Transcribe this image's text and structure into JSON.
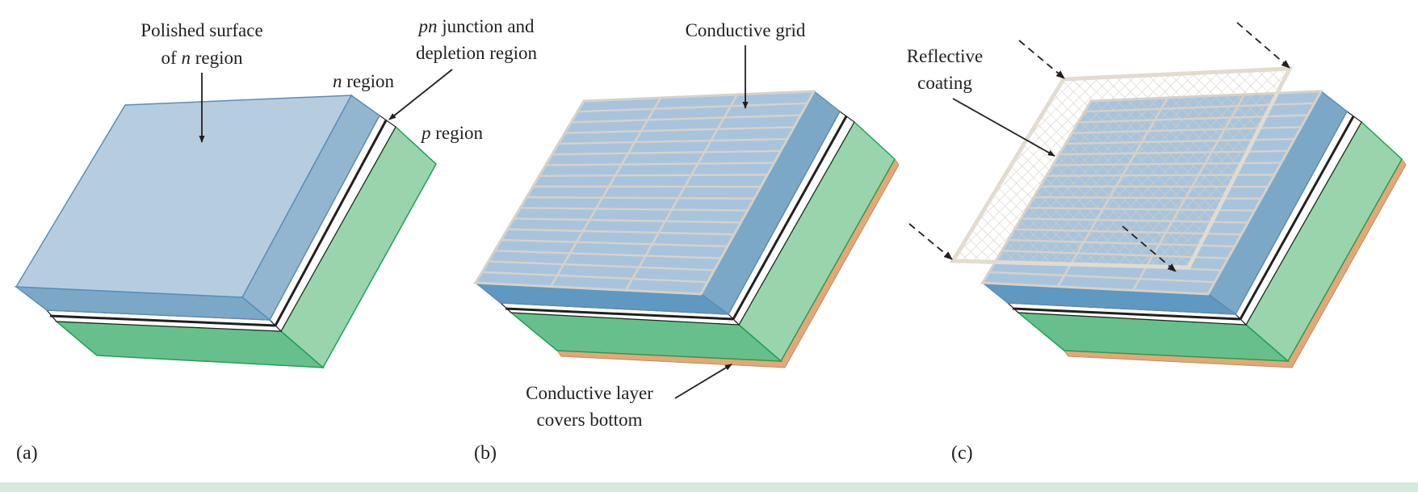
{
  "labels": {
    "a": {
      "polished_line1": "Polished surface",
      "polished_line2_pre": "of ",
      "polished_line2_ital": "n",
      "polished_line2_post": " region",
      "n_region_ital": "n",
      "n_region_post": " region",
      "pn_ital": "pn",
      "pn_post": " junction and",
      "depletion": "depletion region",
      "p_region_ital": "p",
      "p_region_post": " region",
      "caption": "(a)"
    },
    "b": {
      "grid": "Conductive grid",
      "layer_line1": "Conductive layer",
      "layer_line2": "covers bottom",
      "caption": "(b)"
    },
    "c": {
      "coating_line1": "Reflective",
      "coating_line2": "coating",
      "caption": "(c)"
    }
  },
  "colors": {
    "n_top": "#b6cde0",
    "n_side": "#93b6d0",
    "n_front": "#7ca8c8",
    "p_side": "#9ad4ac",
    "p_front": "#67c08c",
    "p_edge": "#1ea154",
    "bottom_layer": "#e3a878",
    "grid_line": "#d7d1c8",
    "coating_mesh": "#e2dbd1",
    "footer_band": "#d5eadb"
  }
}
